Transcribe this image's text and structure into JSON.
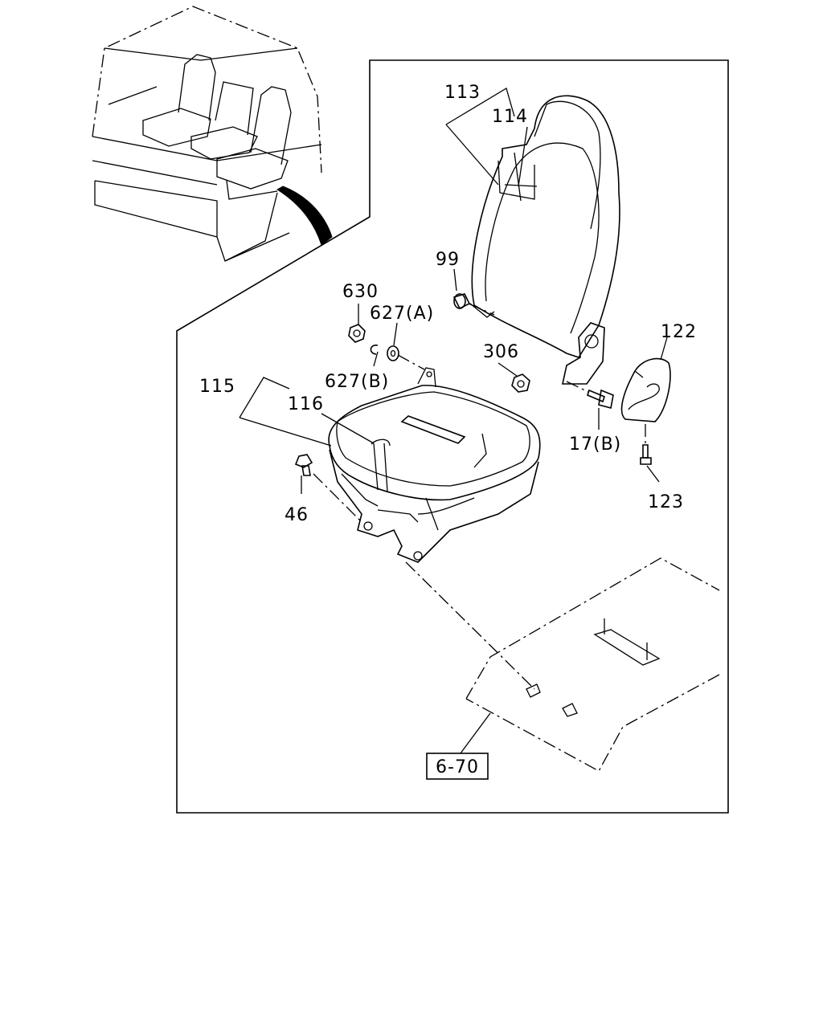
{
  "callouts": {
    "p113": "113",
    "p114": "114",
    "p99": "99",
    "p630": "630",
    "p627a": "627(A)",
    "p306": "306",
    "p122": "122",
    "p627b": "627(B)",
    "p115": "115",
    "p116": "116",
    "p17b": "17(B)",
    "p46": "46",
    "p123": "123"
  },
  "reference_box": "6-70"
}
